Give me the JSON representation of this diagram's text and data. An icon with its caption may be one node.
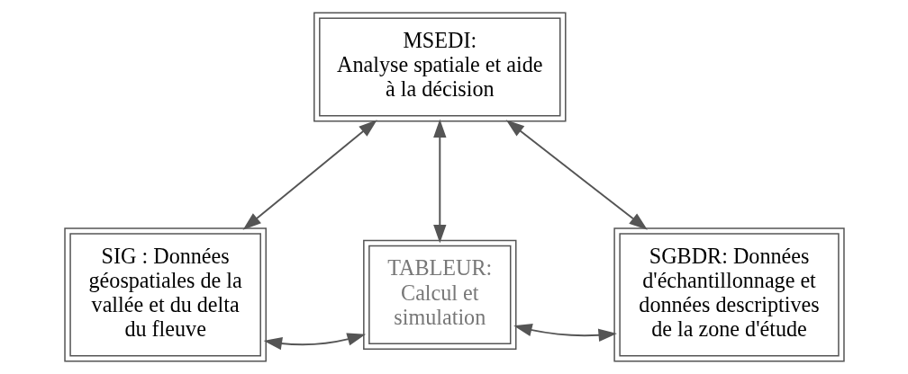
{
  "diagram": {
    "nodes": [
      {
        "text": [
          "MSEDI:",
          "Analyse spatiale et aide à la décision"
        ]
      },
      {
        "text": [
          "SIG : Données géospatiales de la vallée et du delta du fleuve"
        ]
      },
      {
        "text": [
          "TABLEUR:",
          "Calcul et simulation"
        ]
      },
      {
        "text": [
          "SGBDR: Données d'échantillonnage et données descriptives de la zone d'étude"
        ]
      }
    ],
    "edges": [
      {
        "from": 0,
        "to": 1,
        "arrow": "both"
      },
      {
        "from": 0,
        "to": 2,
        "arrow": "both"
      },
      {
        "from": 0,
        "to": 3,
        "arrow": "both"
      },
      {
        "from": 1,
        "to": 2,
        "arrow": "both"
      },
      {
        "from": 2,
        "to": 3,
        "arrow": "both"
      }
    ]
  }
}
